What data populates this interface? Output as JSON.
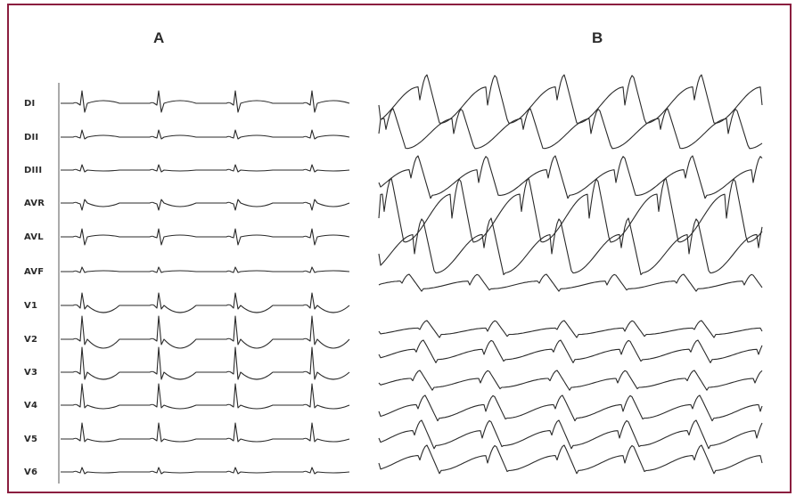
{
  "figure": {
    "border_color": "#8b1e3f",
    "trace_color": "#2a2a2a"
  },
  "panel_a": {
    "title": "A",
    "leads": [
      "DI",
      "DII",
      "DIII",
      "AVR",
      "AVL",
      "AVF",
      "V1",
      "V2",
      "V3",
      "V4",
      "V5",
      "V6"
    ]
  },
  "panel_b": {
    "title": "B"
  }
}
